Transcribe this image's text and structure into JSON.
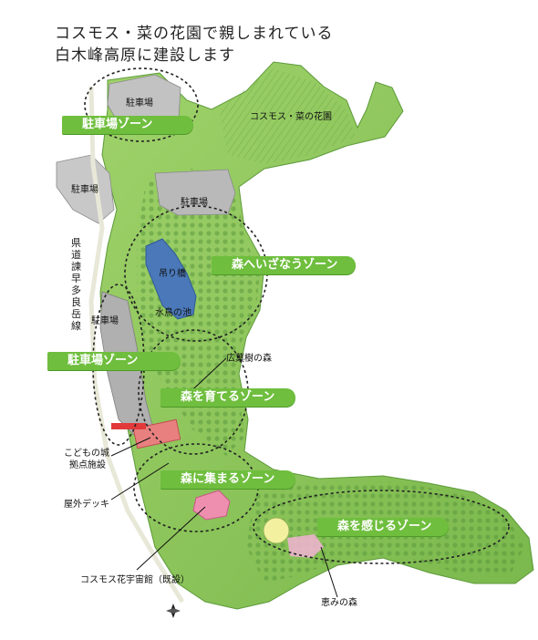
{
  "title": {
    "line1": "コスモス・菜の花園で親しまれている",
    "line2": "白木峰高原に建設します"
  },
  "zones": {
    "parking_north": "駐車場ゾーン",
    "forest_invite": "森へいざなうゾーン",
    "parking_south": "駐車場ゾーン",
    "forest_grow": "森を育てるゾーン",
    "forest_gather": "森に集まるゾーン",
    "forest_feel": "森を感じるゾーン"
  },
  "labels": {
    "parking_top": "駐車場",
    "flower_garden": "コスモス・菜の花園",
    "parking_left": "駐車場",
    "parking_center": "駐車場",
    "suspension_bridge": "吊り橋",
    "waterbird_pond": "水鳥の池",
    "parking_mid": "駐車場",
    "broadleaf_forest": "広葉樹の森",
    "kids_castle_1": "こどもの城",
    "kids_castle_2": "拠点施設",
    "outdoor_deck": "屋外デッキ",
    "cosmos_hall": "コスモス花宇宙館（既設）",
    "blessing_forest": "恵みの森",
    "prefectural_road": "県道諫早多良岳線"
  },
  "colors": {
    "park_green": "#8cc95a",
    "park_dark_green": "#4f8f35",
    "zone_label": "#6fbe3e",
    "pond": "#4a78b8",
    "parking": "#b5b5b5"
  },
  "icons": {
    "north_arrow": "compass-north-icon"
  }
}
